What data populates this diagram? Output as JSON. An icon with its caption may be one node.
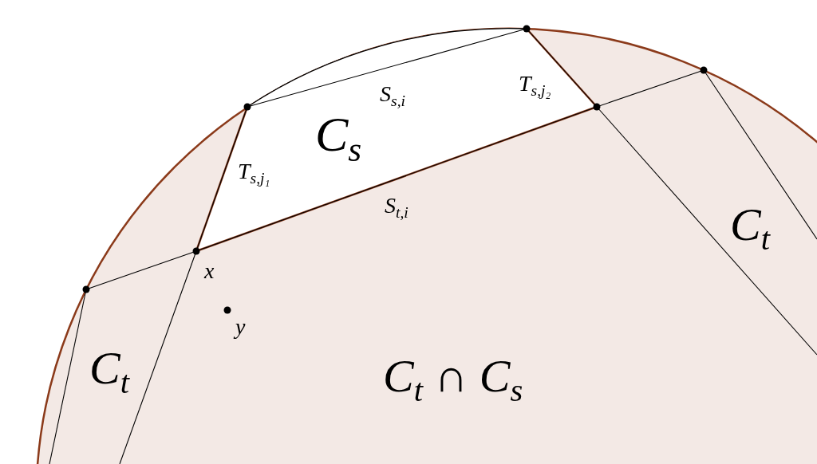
{
  "diagram": {
    "labels": [
      "T$_{s,j₂}$",
      "S$_{s,i}$",
      "C$_{s}$",
      "T$_{s,j₁}$",
      "S$_{t,i}$",
      "C$_{t}$",
      "x",
      "y",
      "C$_{t}$",
      "C$_{t}$ ∩ C$_{s}$"
    ]
  }
}
